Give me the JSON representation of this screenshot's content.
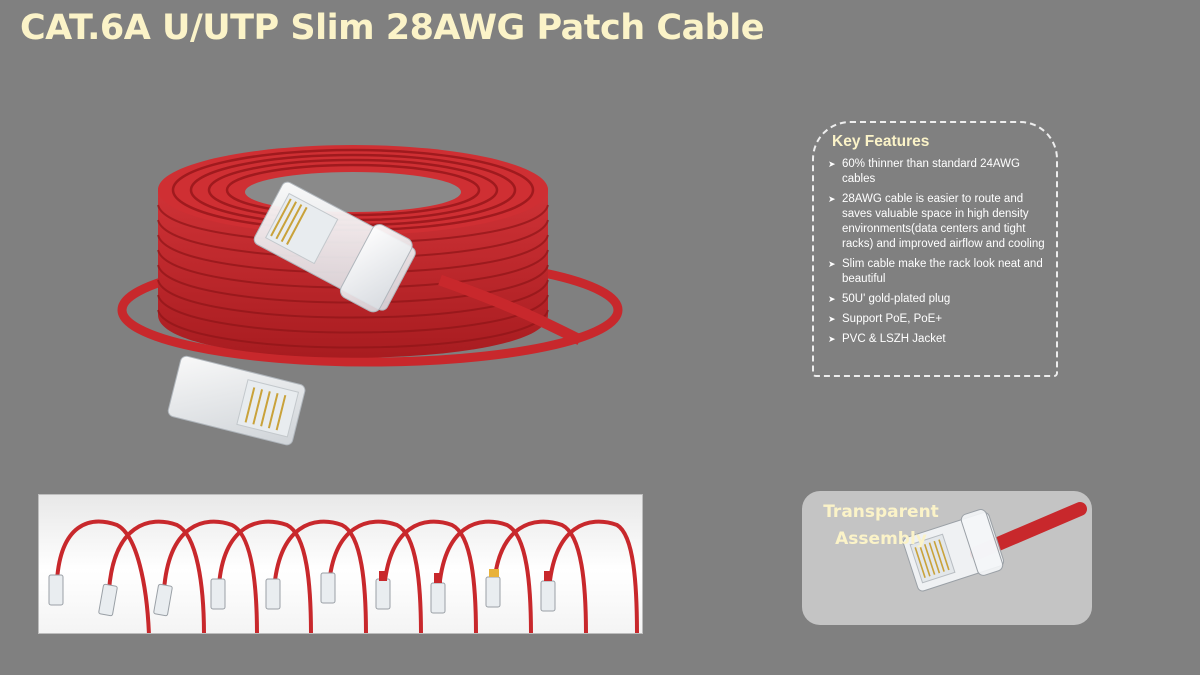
{
  "title": "CAT.6A U/UTP Slim 28AWG Patch Cable",
  "features": {
    "heading": "Key Features",
    "items": [
      "60% thinner than standard 24AWG cables",
      "28AWG cable is easier to route and saves valuable space in high density environments(data centers and  tight racks)  and improved airflow and cooling",
      "Slim cable make the rack look neat and beautiful",
      "50U' gold-plated plug",
      "Support PoE, PoE+",
      "PVC & LSZH Jacket"
    ]
  },
  "assembly": {
    "label_line1": "Transparent",
    "label_line2": "Assembly"
  },
  "colors": {
    "title": "#fbf3c8",
    "cable": "#c8282c",
    "background": "#808080"
  },
  "icons": {
    "bullet": "arrowhead-bullet-icon"
  }
}
